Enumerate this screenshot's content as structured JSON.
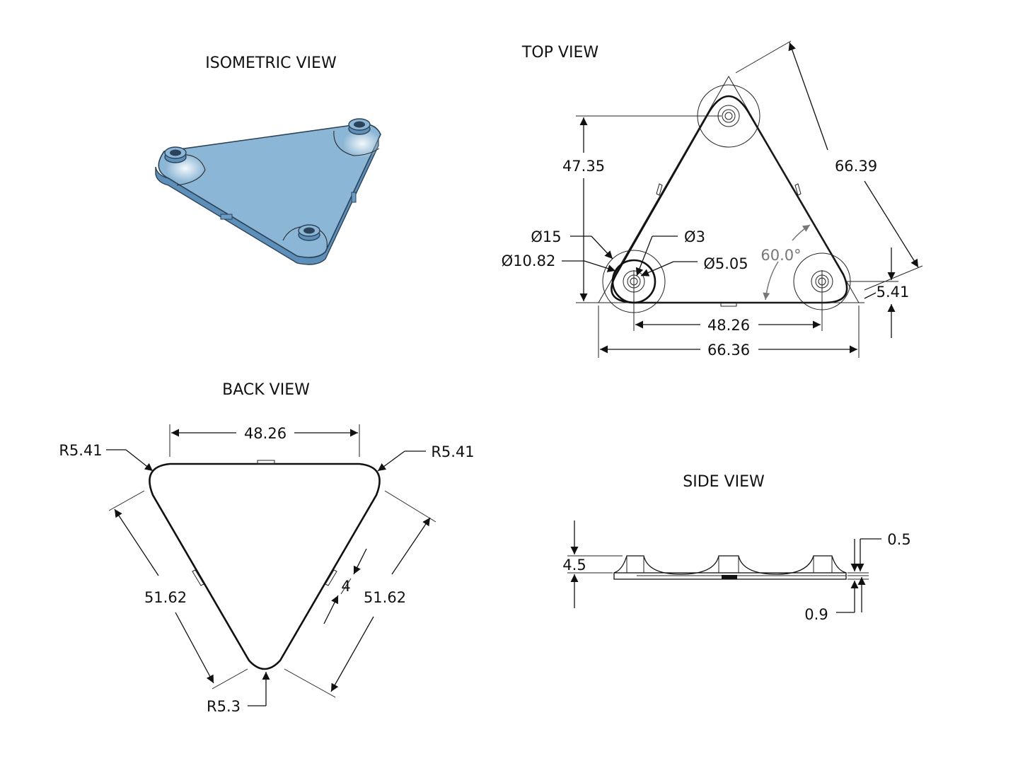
{
  "views": {
    "isometric": {
      "title": "ISOMETRIC VIEW",
      "part_color": "#8bb6d6"
    },
    "top": {
      "title": "TOP VIEW",
      "dims": {
        "height": "47.35",
        "slant": "66.39",
        "d15": "Ø15",
        "d3": "Ø3",
        "d1082": "Ø10.82",
        "d505": "Ø5.05",
        "angle": "60.0°",
        "offset": "5.41",
        "hole_span": "48.26",
        "overall_width": "66.36"
      }
    },
    "back": {
      "title": "BACK VIEW",
      "dims": {
        "top_span": "48.26",
        "r_left": "R5.41",
        "r_right": "R5.41",
        "left_side": "51.62",
        "right_side": "51.62",
        "tab": "4",
        "r_bottom": "R5.3"
      }
    },
    "side": {
      "title": "SIDE VIEW",
      "dims": {
        "height": "4.5",
        "top_thk": "0.5",
        "bottom_thk": "0.9"
      }
    }
  }
}
